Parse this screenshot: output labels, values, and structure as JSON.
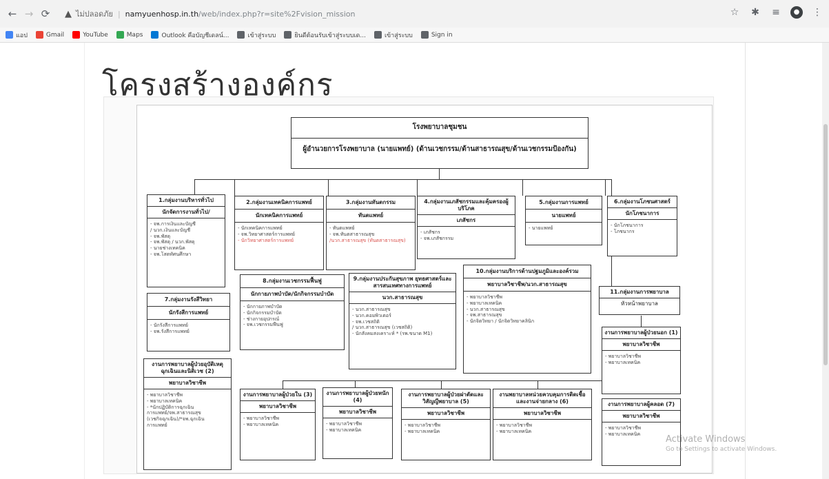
{
  "browser": {
    "insecure_label": "ไม่ปลอดภัย",
    "host": "namyuenhosp.in.th",
    "path": "/web/index.php?r=site%2Fvision_mission"
  },
  "bookmarks": [
    {
      "label": "แอป",
      "color": "#4285f4"
    },
    {
      "label": "Gmail",
      "color": "#ea4335"
    },
    {
      "label": "YouTube",
      "color": "#ff0000"
    },
    {
      "label": "Maps",
      "color": "#34a853"
    },
    {
      "label": "Outlook คือบัญชีเดลน์...",
      "color": "#0078d4"
    },
    {
      "label": "เข้าสู่ระบบ",
      "color": "#5f6368"
    },
    {
      "label": "ยินดีต้อนรับเข้าสู่ระบบเด...",
      "color": "#5f6368"
    },
    {
      "label": "เข้าสู่ระบบ",
      "color": "#5f6368"
    },
    {
      "label": "Sign in",
      "color": "#5f6368"
    }
  ],
  "page": {
    "title": "โครงสร้างองค์กร"
  },
  "org": {
    "top_title": "โรงพยาบาลชุมชน",
    "top_sub": "ผู้อำนวยการโรงพยาบาล (นายแพทย์) (ด้านเวชกรรม/ด้านสาธารณสุข/ด้านเวชกรรมป้องกัน)",
    "g1": {
      "title": "1.กลุ่มงานบริหารทั่วไป",
      "head": "นักจัดการงานทั่วไป/",
      "items": [
        "- จพ.การเงินและบัญชี",
        "/ นวก.เงินและบัญชี",
        "- จพ.พัสดุ",
        "- จพ.พัสดุ / นวก.พัสดุ",
        "- นายช่างเทคนิค",
        "- จพ.โสตทัศนศึกษา"
      ]
    },
    "g2": {
      "title": "2.กลุ่มงานเทคนิคการแพทย์",
      "head": "นักเทคนิคการแพทย์",
      "items": [
        "- นักเทคนิคการแพทย์",
        "- จพ.วิทยาศาสตร์การแพทย์",
        "- นักวิทยาศาสตร์การแพทย์"
      ]
    },
    "g3": {
      "title": "3.กลุ่มงานทันตกรรม",
      "head": "ทันตแพทย์",
      "items": [
        "- ทันตแพทย์",
        "- จพ.ทันตสาธารณสุข",
        "/นวก.สาธารณสุข (ทันตสาธารณสุข)"
      ]
    },
    "g4": {
      "title": "4.กลุ่มงานเภสัชกรรมและคุ้มครองผู้บริโภค",
      "head": "เภสัชกร",
      "items": [
        "- เภสัชกร",
        "- จพ.เภสัชกรรม"
      ]
    },
    "g5": {
      "title": "5.กลุ่มงานการแพทย์",
      "head": "นายแพทย์",
      "items": [
        "- นายแพทย์"
      ]
    },
    "g6": {
      "title": "6.กลุ่มงานโภชนศาสตร์",
      "head": "นักโภชนาการ",
      "items": [
        "- นักโภชนาการ",
        "- โภชนากร"
      ]
    },
    "g7": {
      "title": "7.กลุ่มงานรังสีวิทยา",
      "head": "นักรังสีการแพทย์",
      "items": [
        "- นักรังสีการแพทย์",
        "- จพ.รังสีการแพทย์"
      ]
    },
    "g8": {
      "title": "8.กลุ่มงานเวชกรรมฟื้นฟู",
      "head": "นักกายภาพบำบัด/นักกิจกรรมบำบัด",
      "items": [
        "- นักกายภาพบำบัด",
        "- นักกิจกรรมบำบัด",
        "- ช่างกายอุปกรณ์",
        "- จพ.เวชกรรมฟื้นฟู"
      ]
    },
    "g9": {
      "title": "9.กลุ่มงานประกันสุขภาพ ยุทธศาสตร์และสารสนเทศทางการแพทย์",
      "head": "นวก.สาธารณสุข",
      "items": [
        "- นวก.สาธารณสุข",
        "- นวก.คอมพิวเตอร์",
        "- จพ.เวชสถิติ",
        "/ นวก.สาธารณสุข (เวชสถิติ)",
        "- นักสังคมสงเคราะห์ * (รพ.ขนาด M1)"
      ]
    },
    "g10": {
      "title": "10.กลุ่มงานบริการด้านปฐมภูมิและองค์รวม",
      "head": "พยาบาลวิชาชีพ/นวก.สาธารณสุข",
      "items": [
        "- พยาบาลวิชาชีพ",
        "- พยาบาลเทคนิค",
        "- นวก.สาธารณสุข",
        "- จพ.สาธารณสุข",
        "- นักจิตวิทยา / นักจิตวิทยาคลินิก"
      ]
    },
    "g11": {
      "title": "11.กลุ่มงานการพยาบาล",
      "head": "หัวหน้าพยาบาล"
    },
    "er": {
      "title": "งานการพยาบาลผู้ป่วยอุบัติเหตุฉุกเฉินและนิติเวช (2)",
      "head": "พยาบาลวิชาชีพ",
      "items": [
        "- พยาบาลวิชาชีพ",
        "- พยาบาลเทคนิค",
        "- *นักปฏิบัติการฉุกเฉิน",
        "การแพทย์/จพ.สาธารณสุข",
        "(เวชกิจฉุกเฉิน)/*จพ.ฉุกเฉิน",
        "การแพทย์"
      ]
    },
    "ipd": {
      "title": "งานการพยาบาลผู้ป่วยใน (3)",
      "head": "พยาบาลวิชาชีพ",
      "items": [
        "- พยาบาลวิชาชีพ",
        "- พยาบาลเทคนิค"
      ]
    },
    "icu": {
      "title": "งานการพยาบาลผู้ป่วยหนัก (4)",
      "head": "พยาบาลวิชาชีพ",
      "items": [
        "- พยาบาลวิชาชีพ",
        "- พยาบาลเทคนิค"
      ]
    },
    "or": {
      "title": "งานการพยาบาลผู้ป่วยผ่าตัดและวิสัญญีพยาบาล (5)",
      "head": "พยาบาลวิชาชีพ",
      "items": [
        "- พยาบาลวิชาชีพ",
        "- พยาบาลเทคนิค"
      ]
    },
    "ic": {
      "title": "งานพยาบาลหน่วยควบคุมการติดเชื้อและงานจ่ายกลาง (6)",
      "head": "พยาบาลวิชาชีพ",
      "items": [
        "- พยาบาลวิชาชีพ",
        "- พยาบาลเทคนิค"
      ]
    },
    "opd": {
      "title": "งานการพยาบาลผู้ป่วยนอก (1)",
      "head": "พยาบาลวิชาชีพ",
      "items": [
        "- พยาบาลวิชาชีพ",
        "- พยาบาลเทคนิค"
      ]
    },
    "lr": {
      "title": "งานการพยาบาลผู้คลอด (7)",
      "head": "พยาบาลวิชาชีพ",
      "items": [
        "- พยาบาลวิชาชีพ",
        "- พยาบาลเทคนิค"
      ]
    }
  },
  "watermark": {
    "line1": "Activate Windows",
    "line2": "Go to Settings to activate Windows."
  }
}
